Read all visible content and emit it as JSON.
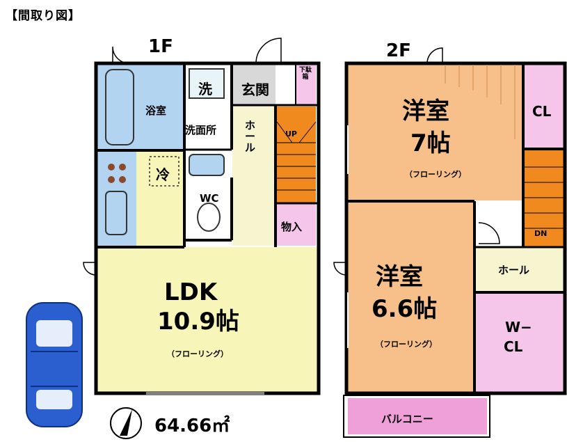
{
  "title": "【間取り図】",
  "floors": {
    "first": "1F",
    "second": "2F"
  },
  "rooms_1f": {
    "bath": "浴室",
    "washroom": "洗面所",
    "washer": "洗",
    "entrance": "玄関",
    "shoe_box": "下駄箱",
    "hall": "ホール",
    "up": "UP",
    "fridge": "冷",
    "wc": "WC",
    "storage": "物入",
    "ldk_name": "LDK",
    "ldk_size": "10.9帖",
    "ldk_floor": "（フローリング）"
  },
  "rooms_2f": {
    "room_a_name": "洋室",
    "room_a_size": "7帖",
    "room_a_floor": "（フローリング）",
    "cl": "CL",
    "dn": "DN",
    "hall": "ホール",
    "room_b_name": "洋室",
    "room_b_size": "6.6帖",
    "room_b_floor": "（フローリング）",
    "wcl_1": "W−",
    "wcl_2": "CL",
    "balcony": "バルコニー"
  },
  "area": "64.66㎡",
  "colors": {
    "wall": "#000000",
    "bath_blue": "#b3d4f0",
    "ldk_yellow": "#f7f5b8",
    "hall_yellow": "#f7f5cf",
    "stairs_orange": "#f08a1e",
    "room_orange": "#f7c08a",
    "closet_pink": "#f5c6ea",
    "car_blue": "#2b5fd0"
  }
}
